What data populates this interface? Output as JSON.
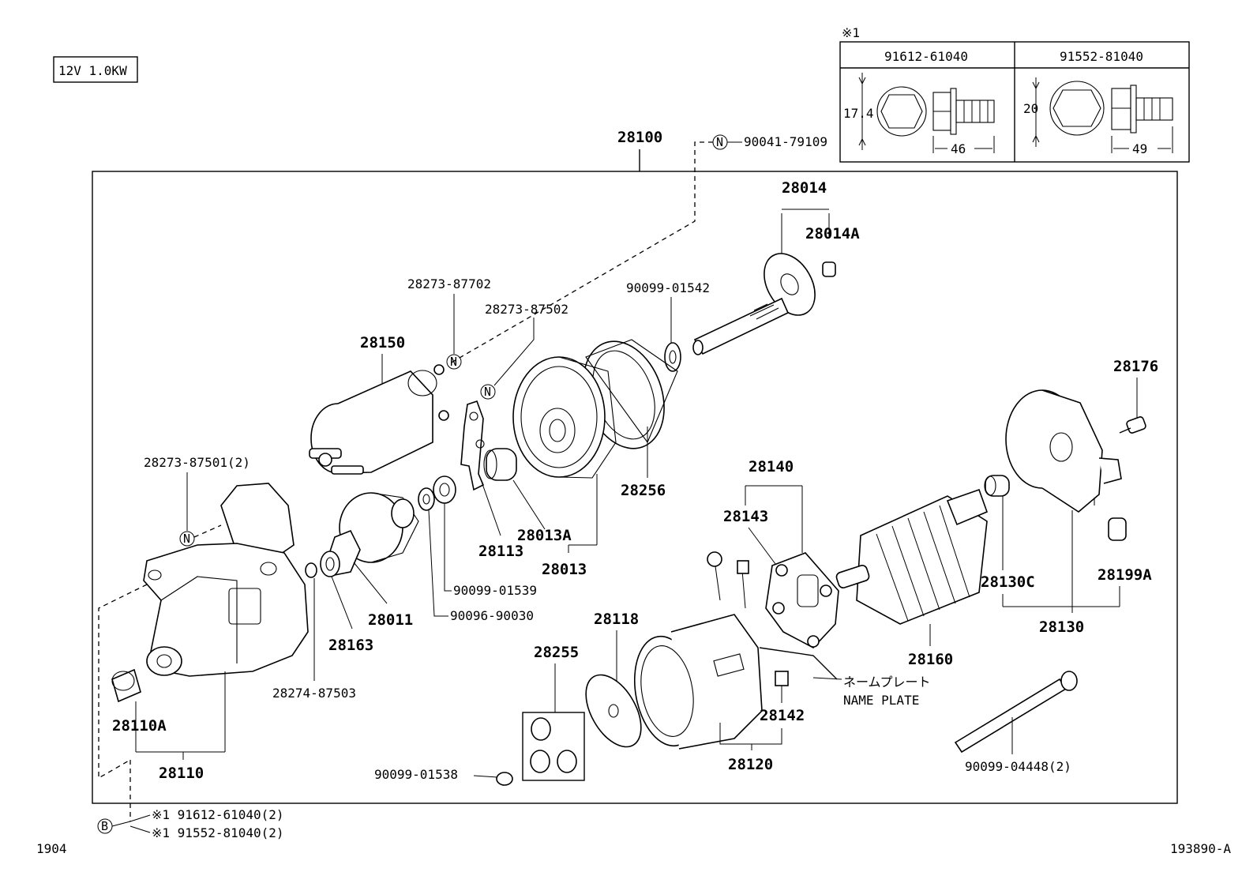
{
  "header": {
    "voltage_label": "12V 1.0KW",
    "note_mark": "※1"
  },
  "bolt_table": {
    "columns": [
      {
        "part": "91612-61040",
        "head_size": "17.4",
        "length": "46"
      },
      {
        "part": "91552-81040",
        "head_size": "20",
        "length": "49"
      }
    ]
  },
  "callouts": {
    "p28100": "28100",
    "p90041": "90041-79109",
    "p28014": "28014",
    "p28014A": "28014A",
    "p90099_01542": "90099-01542",
    "p28273_87702": "28273-87702",
    "p28273_87502": "28273-87502",
    "p28150": "28150",
    "p28176": "28176",
    "p28273_87501": "28273-87501(2)",
    "p28256": "28256",
    "p28140": "28140",
    "p28143": "28143",
    "p28013A": "28013A",
    "p28113": "28113",
    "p28013": "28013",
    "p90099_01539": "90099-01539",
    "p90096_90030": "90096-90030",
    "p28011": "28011",
    "p28163": "28163",
    "p28274_87503": "28274-87503",
    "p28118": "28118",
    "p28255": "28255",
    "p28130C": "28130C",
    "p28199A": "28199A",
    "p28130": "28130",
    "p28160": "28160",
    "p28142": "28142",
    "p28120": "28120",
    "p28110A": "28110A",
    "p28110": "28110",
    "p90099_01538": "90099-01538",
    "p90099_04448": "90099-04448(2)",
    "name_plate_jp": "ネームプレート",
    "name_plate_en": "NAME PLATE",
    "bolt_ref1": "※1 91612-61040(2)",
    "bolt_ref2": "※1 91552-81040(2)",
    "marker_n": "N",
    "marker_b": "B"
  },
  "footer": {
    "left_code": "1904",
    "right_code": "193890-A"
  }
}
